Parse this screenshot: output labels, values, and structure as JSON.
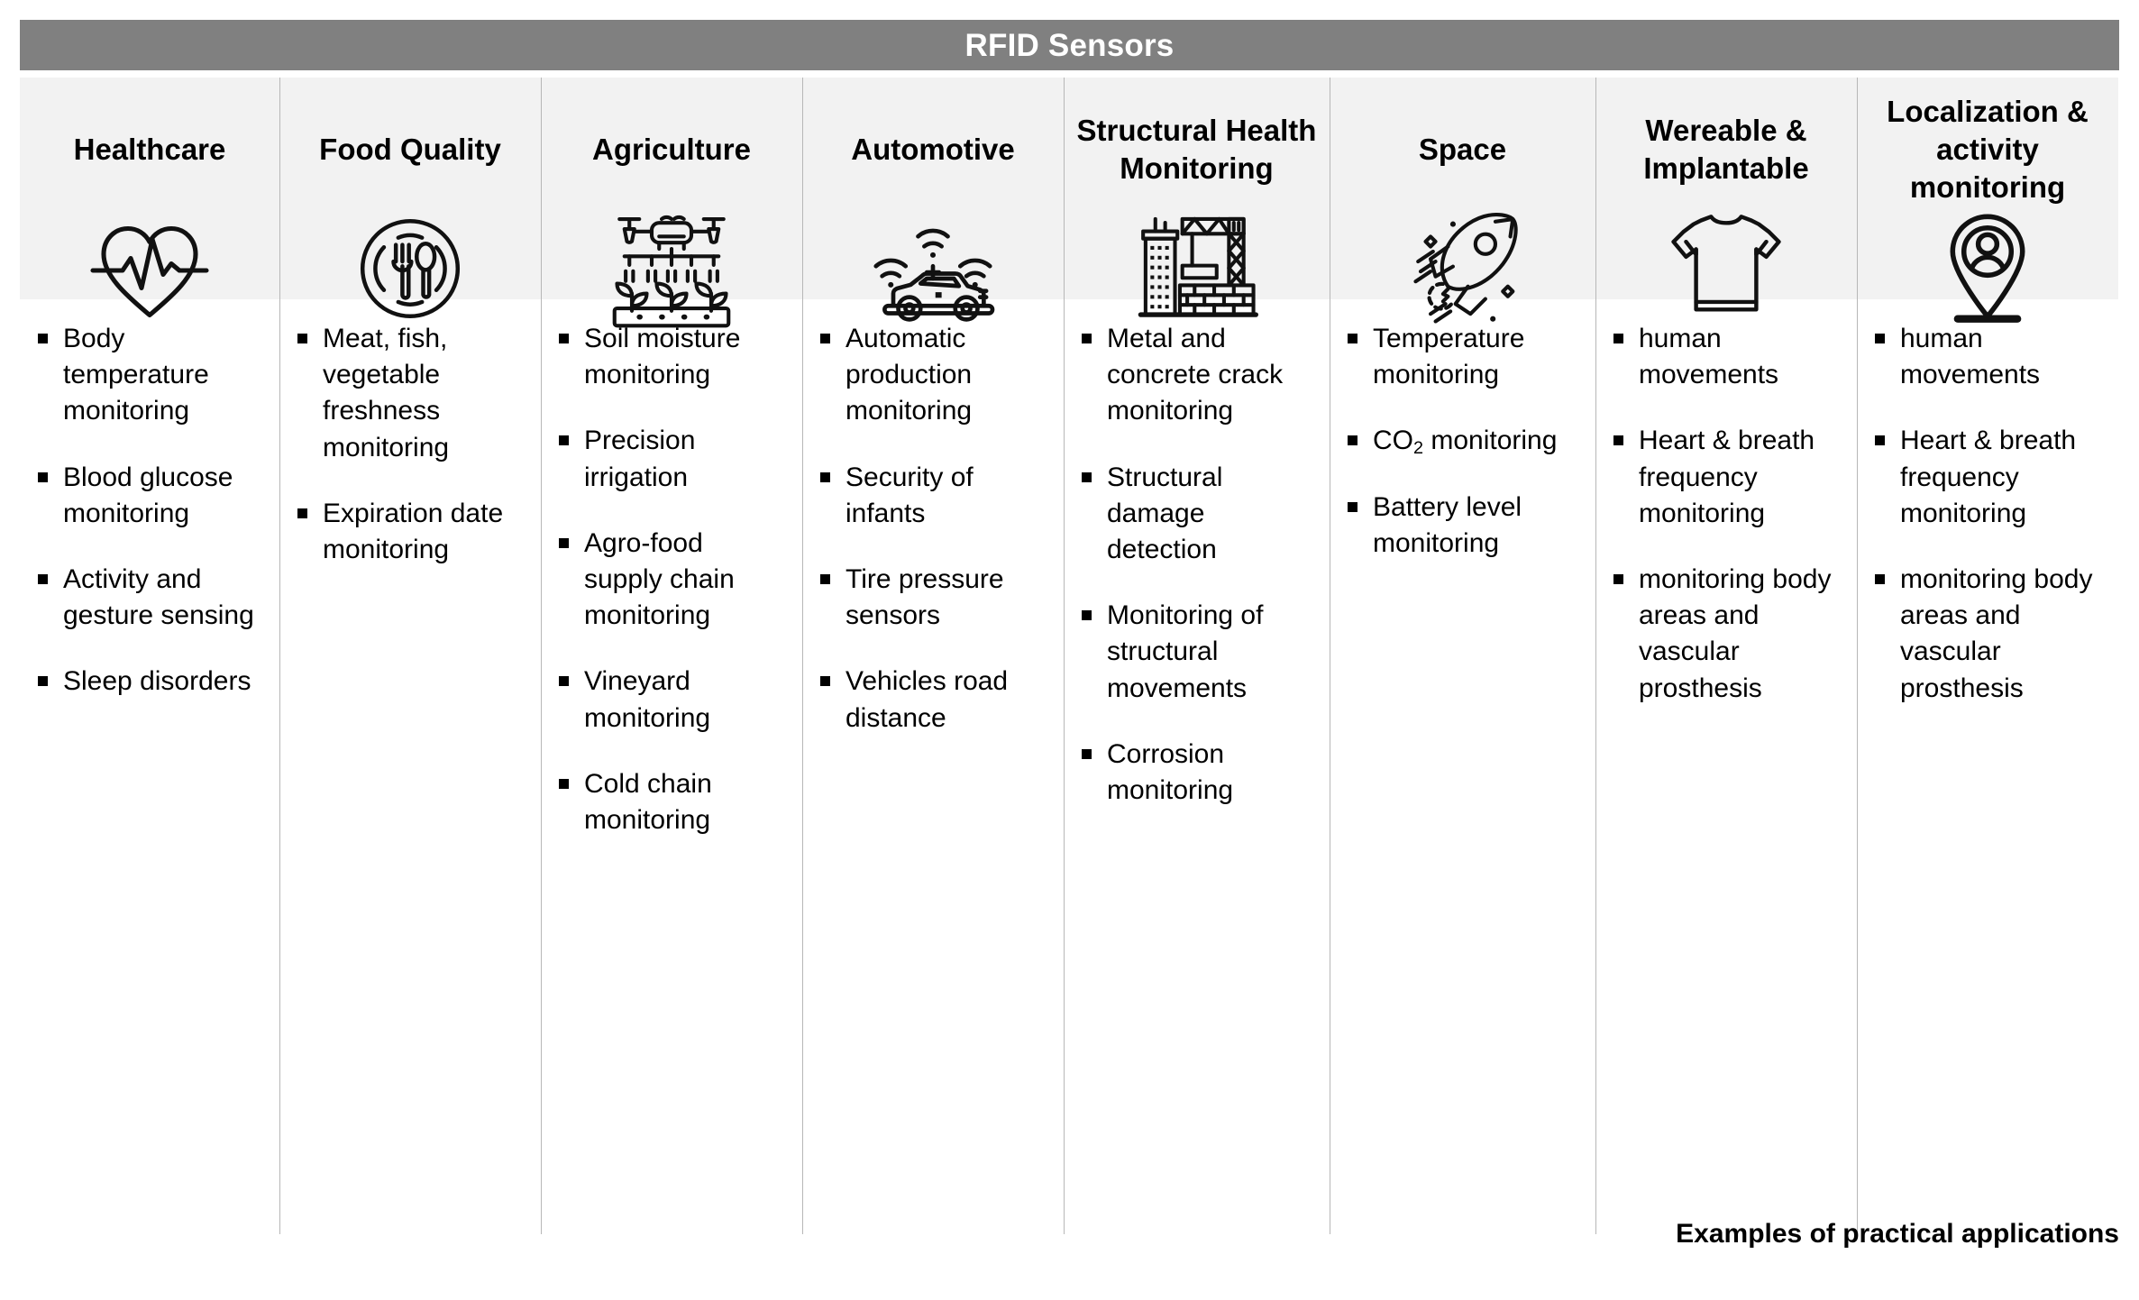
{
  "header": {
    "title": "RFID Sensors",
    "band_color": "#808080",
    "text_color": "#ffffff"
  },
  "footer": {
    "caption": "Examples of practical applications"
  },
  "columns": [
    {
      "title": "Healthcare",
      "icon": "heart-pulse-icon",
      "items": [
        "Body temperature monitoring",
        "Blood glucose monitoring",
        "Activity and gesture sensing",
        "Sleep disorders"
      ]
    },
    {
      "title": "Food Quality",
      "icon": "plate-fork-spoon-icon",
      "items": [
        "Meat, fish, vegetable freshness monitoring",
        "Expiration date monitoring"
      ]
    },
    {
      "title": "Agriculture",
      "icon": "drone-irrigation-plants-icon",
      "items": [
        "Soil moisture monitoring",
        "Precision irrigation",
        "Agro-food supply chain monitoring",
        "Vineyard monitoring",
        "Cold chain monitoring"
      ]
    },
    {
      "title": "Automotive",
      "icon": "connected-car-wifi-icon",
      "items": [
        "Automatic production monitoring",
        "Security of infants",
        "Tire pressure sensors",
        "Vehicles road distance"
      ]
    },
    {
      "title": "Structural Health Monitoring",
      "icon": "building-crane-icon",
      "items": [
        "Metal and concrete crack monitoring",
        "Structural damage detection",
        "Monitoring of structural movements",
        "Corrosion monitoring"
      ]
    },
    {
      "title": "Space",
      "icon": "rocket-icon",
      "items_html": [
        "Temperature monitoring",
        "CO<sub>2</sub> monitoring",
        "Battery level monitoring"
      ],
      "items": [
        "Temperature monitoring",
        "CO2 monitoring",
        "Battery level monitoring"
      ]
    },
    {
      "title": "Wereable & Implantable",
      "icon": "tshirt-icon",
      "items": [
        "human movements",
        "Heart & breath frequency monitoring",
        "monitoring body areas and vascular prosthesis"
      ]
    },
    {
      "title": "Localization & activity monitoring",
      "icon": "person-map-pin-icon",
      "items": [
        "human movements",
        "Heart & breath frequency monitoring",
        "monitoring body areas and vascular prosthesis"
      ]
    }
  ]
}
